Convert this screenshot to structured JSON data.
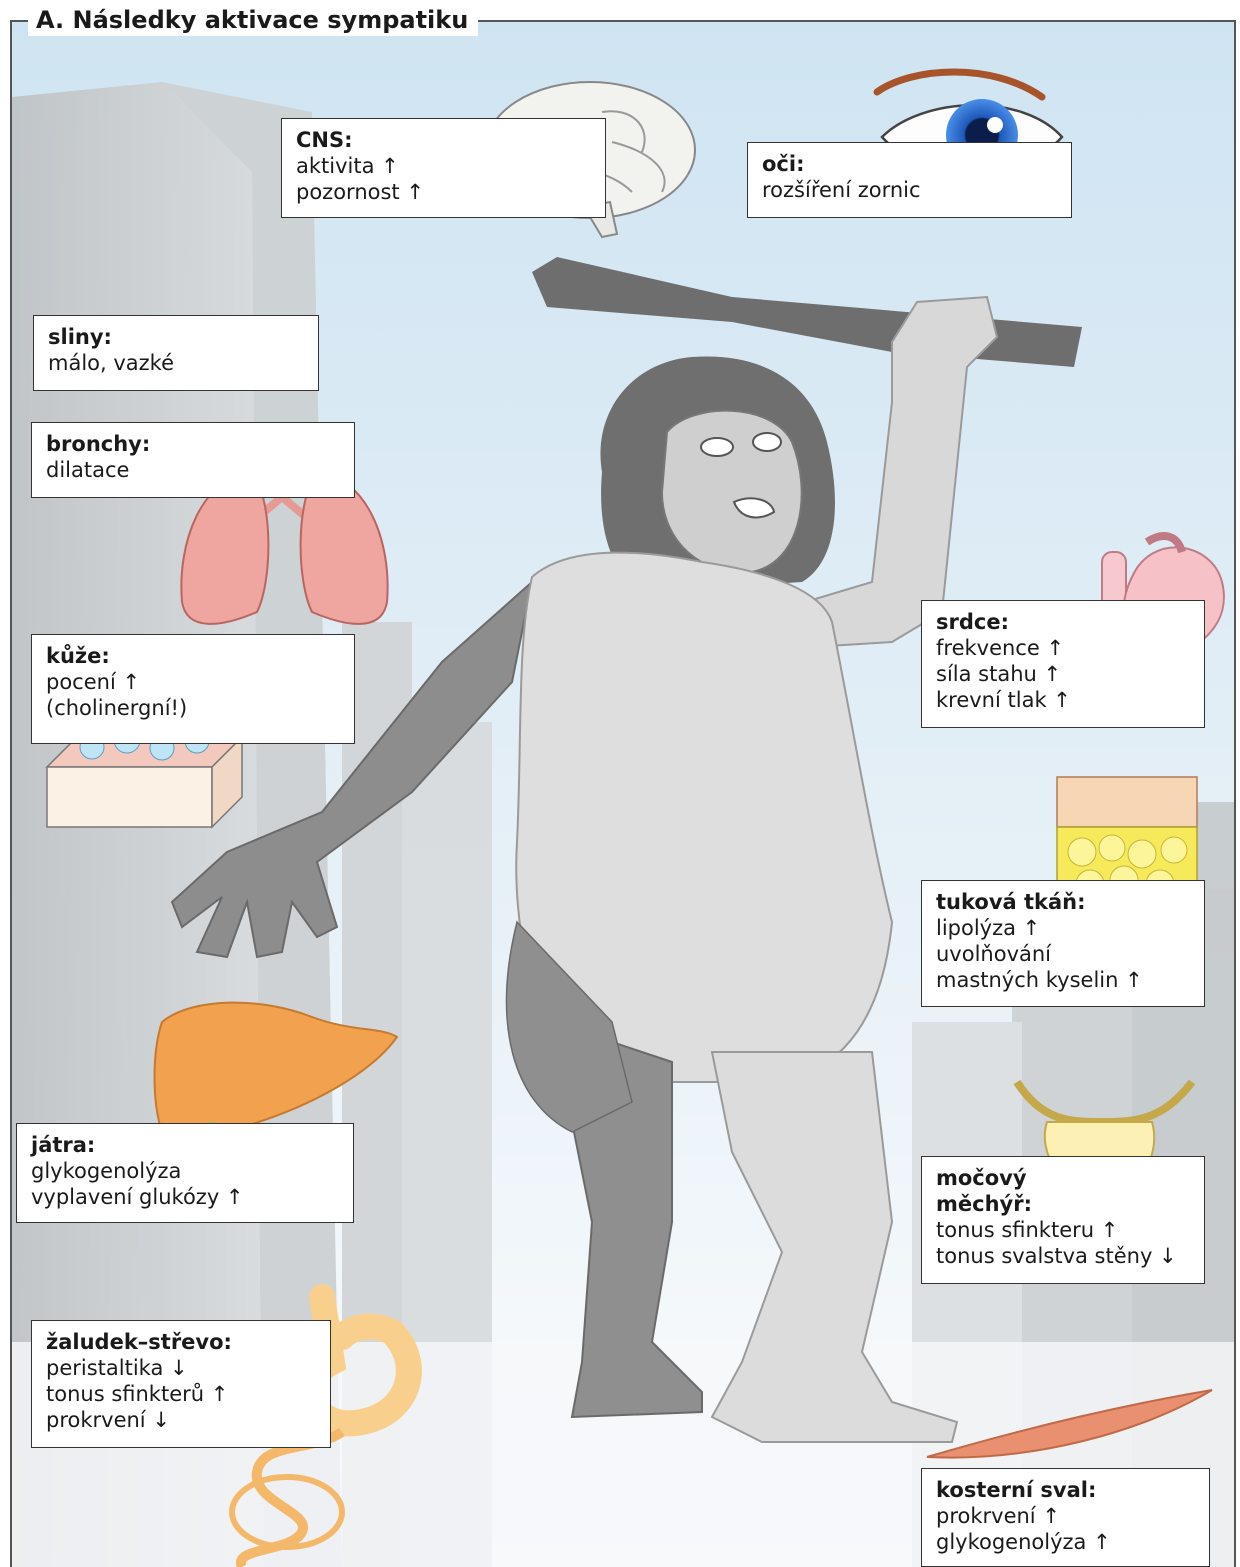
{
  "title": "A. Následky aktivace sympatiku",
  "colors": {
    "sky_top": "#cfe4f2",
    "sky_bottom": "#f4f8fb",
    "buildings": "#c9cdd0",
    "body_light": "#dcdcdc",
    "body_dark": "#8b8b8b",
    "hair": "#6f6f6f",
    "club": "#6e6e6e",
    "lung": "#efa6a0",
    "liver": "#f2a24f",
    "stomach": "#f9cf8e",
    "heart": "#f6c2c7",
    "fat": "#f7ea5a",
    "bladder": "#fdf0b5",
    "muscle": "#e89070",
    "eye_iris": "#2f6fd0"
  },
  "icons": [
    "brain-icon",
    "eye-icon",
    "lungs-icon",
    "skin-icon",
    "heart-icon",
    "fat-tissue-icon",
    "liver-icon",
    "bladder-icon",
    "stomach-intestine-icon",
    "muscle-icon"
  ],
  "labels": {
    "cns": {
      "title": "CNS:",
      "lines": [
        "aktivita ↑",
        "pozornost ↑"
      ]
    },
    "oci": {
      "title": "oči:",
      "lines": [
        "rozšíření zornic"
      ]
    },
    "sliny": {
      "title": "sliny:",
      "lines": [
        "málo, vazké"
      ]
    },
    "bronchy": {
      "title": "bronchy:",
      "lines": [
        "dilatace"
      ]
    },
    "kuze": {
      "title": "kůže:",
      "lines": [
        "pocení ↑",
        "(cholinergní!)"
      ]
    },
    "srdce": {
      "title": "srdce:",
      "lines": [
        "frekvence ↑",
        "síla stahu ↑",
        "krevní tlak ↑"
      ]
    },
    "tuk": {
      "title": "tuková tkáň:",
      "lines": [
        "lipolýza ↑",
        "uvolňování",
        "mastných kyselin ↑"
      ]
    },
    "jatra": {
      "title": "játra:",
      "lines": [
        "glykogenolýza",
        "vyplavení glukózy ↑"
      ]
    },
    "mocovy": {
      "title": "močový",
      "title2": "měchýř:",
      "lines": [
        "tonus sfinkteru ↑",
        "tonus svalstva stěny ↓"
      ]
    },
    "zaludek": {
      "title": "žaludek–střevo:",
      "lines": [
        "peristaltika ↓",
        "tonus sfinkterů ↑",
        "prokrvení ↓"
      ]
    },
    "sval": {
      "title": "kosterní sval:",
      "lines": [
        "prokrvení ↑",
        "glykogenolýza ↑"
      ]
    }
  }
}
